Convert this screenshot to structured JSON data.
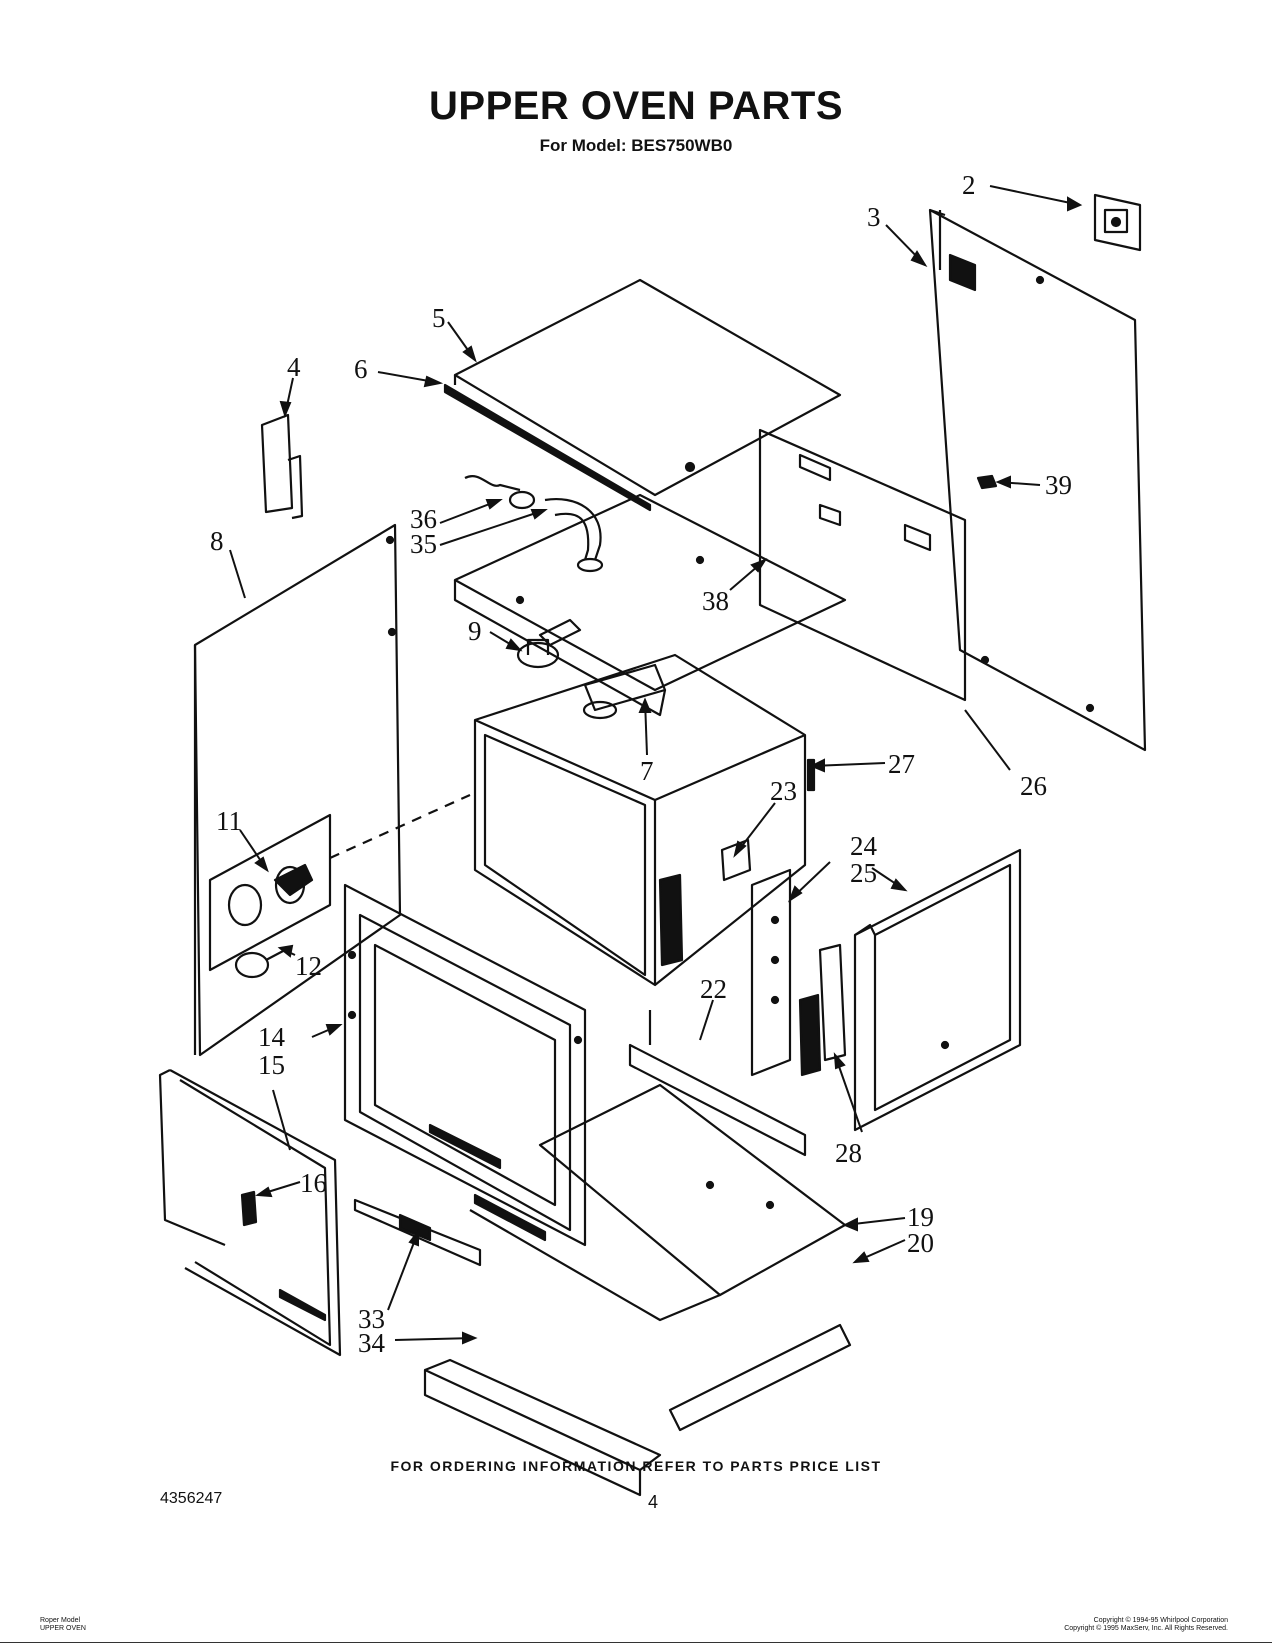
{
  "header": {
    "title": "UPPER OVEN PARTS",
    "subtitle": "For Model: BES750WB0"
  },
  "callouts": {
    "c2": "2",
    "c3": "3",
    "c4": "4",
    "c5": "5",
    "c6": "6",
    "c7": "7",
    "c8": "8",
    "c9": "9",
    "c11": "11",
    "c12": "12",
    "c14": "14",
    "c15": "15",
    "c16": "16",
    "c19": "19",
    "c20": "20",
    "c22": "22",
    "c23": "23",
    "c24": "24",
    "c25": "25",
    "c26": "26",
    "c27": "27",
    "c28": "28",
    "c33": "33",
    "c34": "34",
    "c35": "35",
    "c36": "36",
    "c38": "38",
    "c39": "39"
  },
  "footer": {
    "ordering_note": "FOR ORDERING INFORMATION REFER TO PARTS PRICE LIST",
    "doc_number": "4356247",
    "page_number": "4",
    "left_line1": "Roper Model",
    "left_line2": "UPPER OVEN",
    "right_line1": "Copyright © 1994-95 Whirlpool Corporation",
    "right_line2": "Copyright © 1995 MaxServ, Inc.  All Rights Reserved."
  }
}
